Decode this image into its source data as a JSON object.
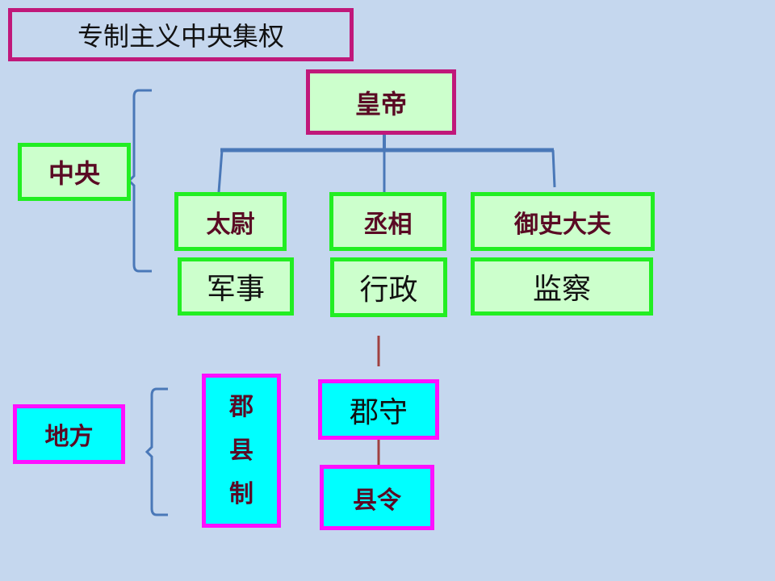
{
  "title": "专制主义中央集权",
  "central": {
    "label": "中央",
    "emperor": "皇帝",
    "officials": [
      {
        "title": "太尉",
        "duty": "军事"
      },
      {
        "title": "丞相",
        "duty": "行政"
      },
      {
        "title": "御史大夫",
        "duty": "监察"
      }
    ]
  },
  "local": {
    "label": "地方",
    "system": [
      "郡",
      "县",
      "制"
    ],
    "levels": [
      "郡守",
      "县令"
    ]
  },
  "colors": {
    "background": "#c5d7ee",
    "central_fill": "#ccffcc",
    "central_border": "#22ee22",
    "local_fill": "#00ffff",
    "local_border": "#ff10ff",
    "title_border": "#c0187a",
    "connector": "#4a78b8",
    "link": "#a04040"
  }
}
